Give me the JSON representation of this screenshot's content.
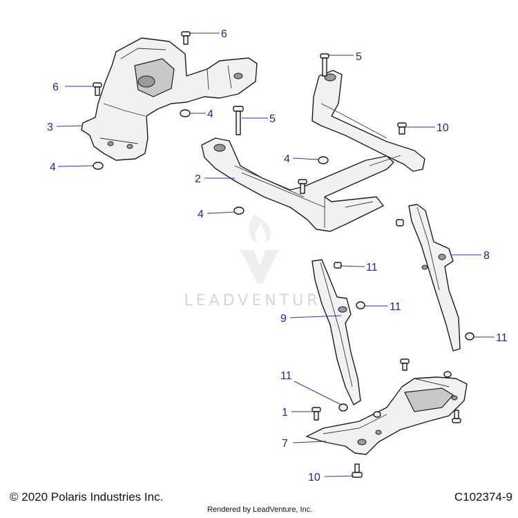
{
  "callouts": [
    {
      "id": "c6a",
      "label": "6"
    },
    {
      "id": "c6b",
      "label": "6"
    },
    {
      "id": "c3",
      "label": "3"
    },
    {
      "id": "c4a",
      "label": "4"
    },
    {
      "id": "c4b",
      "label": "4"
    },
    {
      "id": "c4c",
      "label": "4"
    },
    {
      "id": "c4d",
      "label": "4"
    },
    {
      "id": "c5a",
      "label": "5"
    },
    {
      "id": "c5b",
      "label": "5"
    },
    {
      "id": "c10a",
      "label": "10"
    },
    {
      "id": "c2",
      "label": "2"
    },
    {
      "id": "c8",
      "label": "8"
    },
    {
      "id": "c11a",
      "label": "11"
    },
    {
      "id": "c11b",
      "label": "11"
    },
    {
      "id": "c11c",
      "label": "11"
    },
    {
      "id": "c11d",
      "label": "11"
    },
    {
      "id": "c9",
      "label": "9"
    },
    {
      "id": "c1",
      "label": "1"
    },
    {
      "id": "c7",
      "label": "7"
    },
    {
      "id": "c10b",
      "label": "10"
    }
  ],
  "watermark": {
    "text": "LEADVENTURE"
  },
  "footer": {
    "copyright": "© 2020 Polaris Industries Inc.",
    "rendered_by": "Rendered by LeadVenture, Inc.",
    "diagram_code": "C102374-9"
  }
}
